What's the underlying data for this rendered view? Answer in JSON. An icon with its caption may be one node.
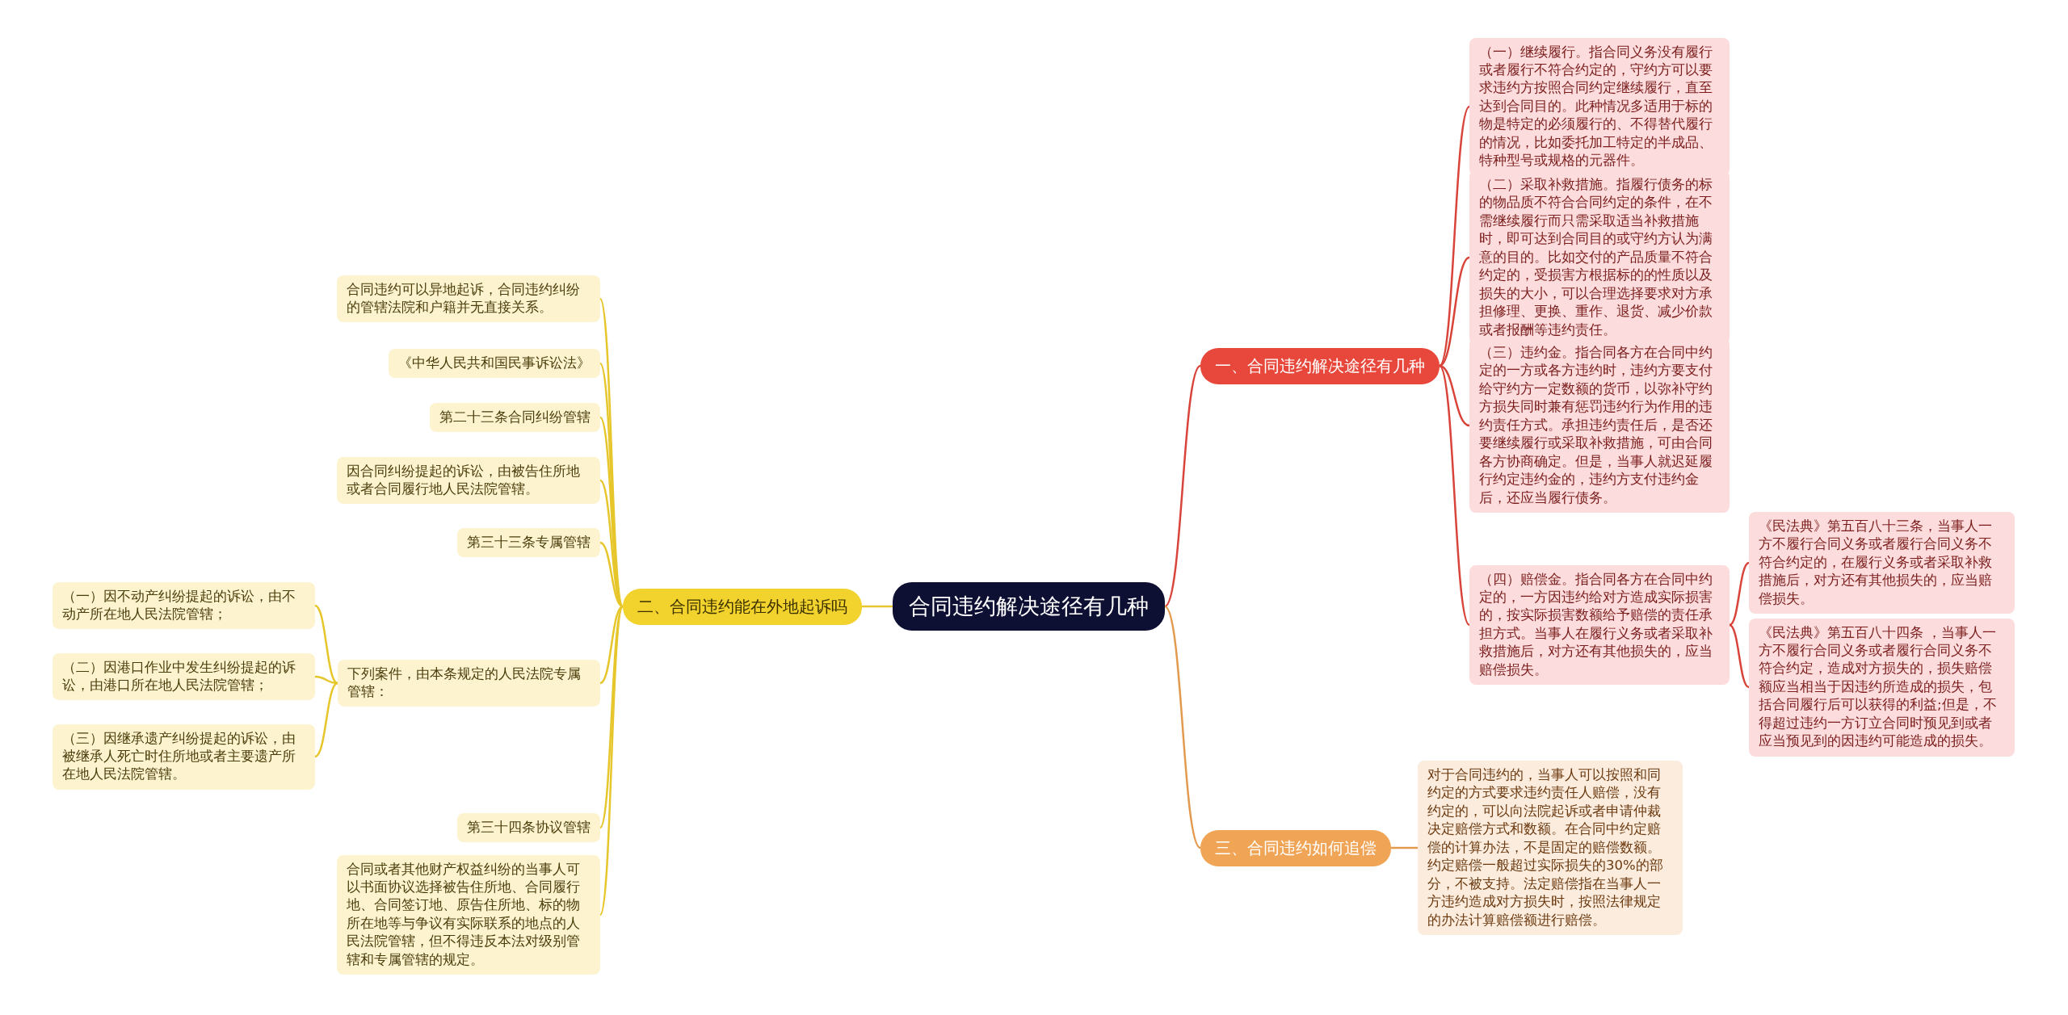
{
  "diagram": {
    "nodes": [
      {
        "text": [
          "合同违约解决途径有几种"
        ]
      },
      {
        "text": [
          "一、合同违约解决途径有几种"
        ]
      },
      {
        "text": [
          "（一）继续履行。指合同义务没有履行或者履行不符合约定的，守约方可以要求违约方按照合同约定继续履行，直至达到合同目的。此种情况多适用于标的物是特定的必须履行的、不得替代履行的情况，比如委托加工特定的半成品、特种型号或规格的元器件。"
        ]
      },
      {
        "text": [
          "（二）采取补救措施。指履行债务的标的物品质不符合合同约定的条件，在不需继续履行而只需采取适当补救措施时，即可达到合同目的或守约方认为满意的目的。比如交付的产品质量不符合约定的，受损害方根据标的的性质以及损失的大小，可以合理选择要求对方承担修理、更换、重作、退货、减少价款或者报酬等违约责任。"
        ]
      },
      {
        "text": [
          "（三）违约金。指合同各方在合同中约定的一方或各方违约时，违约方要支付给守约方一定数额的货币，以弥补守约方损失同时兼有惩罚违约行为作用的违约责任方式。承担违约责任后，是否还要继续履行或采取补救措施，可由合同各方协商确定。但是，当事人就迟延履行约定违约金的，违约方支付违约金后，还应当履行债务。"
        ]
      },
      {
        "text": [
          "（四）赔偿金。指合同各方在合同中约定的，一方因违约给对方造成实际损害的，按实际损害数额给予赔偿的责任承担方式。当事人在履行义务或者采取补救措施后，对方还有其他损失的，应当赔偿损失。"
        ]
      },
      {
        "text": [
          "《民法典》第五百八十三条，当事人一方不履行合同义务或者履行合同义务不符合约定的，在履行义务或者采取补救措施后，对方还有其他损失的，应当赔偿损失。"
        ]
      },
      {
        "text": [
          "《民法典》第五百八十四条 ，当事人一方不履行合同义务或者履行合同义务不符合约定，造成对方损失的，损失赔偿额应当相当于因违约所造成的损失，包括合同履行后可以获得的利益;但是，不得超过违约一方订立合同时预见到或者应当预见到的因违约可能造成的损失。"
        ]
      },
      {
        "text": [
          "二、合同违约能在外地起诉吗"
        ]
      },
      {
        "text": [
          "合同违约可以异地起诉，合同违约纠纷的管辖法院和户籍并无直接关系。"
        ]
      },
      {
        "text": [
          "《中华人民共和国民事诉讼法》"
        ]
      },
      {
        "text": [
          "第二十三条合同纠纷管辖"
        ]
      },
      {
        "text": [
          "因合同纠纷提起的诉讼，由被告住所地或者合同履行地人民法院管辖。"
        ]
      },
      {
        "text": [
          "第三十三条专属管辖"
        ]
      },
      {
        "text": [
          "下列案件，由本条规定的人民法院专属管辖："
        ]
      },
      {
        "text": [
          "（一）因不动产纠纷提起的诉讼，由不动产所在地人民法院管辖；"
        ]
      },
      {
        "text": [
          "（二）因港口作业中发生纠纷提起的诉讼，由港口所在地人民法院管辖；"
        ]
      },
      {
        "text": [
          "（三）因继承遗产纠纷提起的诉讼，由被继承人死亡时住所地或者主要遗产所在地人民法院管辖。"
        ]
      },
      {
        "text": [
          "第三十四条协议管辖"
        ]
      },
      {
        "text": [
          "合同或者其他财产权益纠纷的当事人可以书面协议选择被告住所地、合同履行地、合同签订地、原告住所地、标的物所在地等与争议有实际联系的地点的人民法院管辖，但不得违反本法对级别管辖和专属管辖的规定。"
        ]
      },
      {
        "text": [
          "三、合同违约如何追偿"
        ]
      },
      {
        "text": [
          "对于合同违约的，当事人可以按照和同约定的方式要求违约责任人赔偿，没有约定的，可以向法院起诉或者申请仲裁决定赔偿方式和数额。在合同中约定赔偿的计算办法，不是固定的赔偿数额。约定赔偿一般超过实际损失的30%的部分，不被支持。法定赔偿指在当事人一方违约造成对方损失时，按照法律规定的办法计算赔偿额进行赔偿。"
        ]
      }
    ],
    "edges": [
      {
        "from": 0,
        "to": 1,
        "arrow": "none",
        "color": "#d9443a"
      },
      {
        "from": 1,
        "to": 2,
        "arrow": "none",
        "color": "#d9443a"
      },
      {
        "from": 1,
        "to": 3,
        "arrow": "none",
        "color": "#d9443a"
      },
      {
        "from": 1,
        "to": 4,
        "arrow": "none",
        "color": "#d9443a"
      },
      {
        "from": 1,
        "to": 5,
        "arrow": "none",
        "color": "#d9443a"
      },
      {
        "from": 5,
        "to": 6,
        "arrow": "none",
        "color": "#d9443a"
      },
      {
        "from": 5,
        "to": 7,
        "arrow": "none",
        "color": "#d9443a"
      },
      {
        "from": 0,
        "to": 8,
        "arrow": "none"
      },
      {
        "from": 8,
        "to": 9,
        "arrow": "none"
      },
      {
        "from": 8,
        "to": 10,
        "arrow": "none"
      },
      {
        "from": 8,
        "to": 11,
        "arrow": "none"
      },
      {
        "from": 8,
        "to": 12,
        "arrow": "none"
      },
      {
        "from": 8,
        "to": 13,
        "arrow": "none"
      },
      {
        "from": 8,
        "to": 14,
        "arrow": "none"
      },
      {
        "from": 14,
        "to": 15,
        "arrow": "none"
      },
      {
        "from": 14,
        "to": 16,
        "arrow": "none"
      },
      {
        "from": 14,
        "to": 17,
        "arrow": "none"
      },
      {
        "from": 8,
        "to": 18,
        "arrow": "none"
      },
      {
        "from": 8,
        "to": 19,
        "arrow": "none"
      },
      {
        "from": 0,
        "to": 20,
        "arrow": "none",
        "color": "#e39a4f"
      },
      {
        "from": 20,
        "to": 21,
        "arrow": "none",
        "color": "#e39a4f"
      }
    ]
  }
}
